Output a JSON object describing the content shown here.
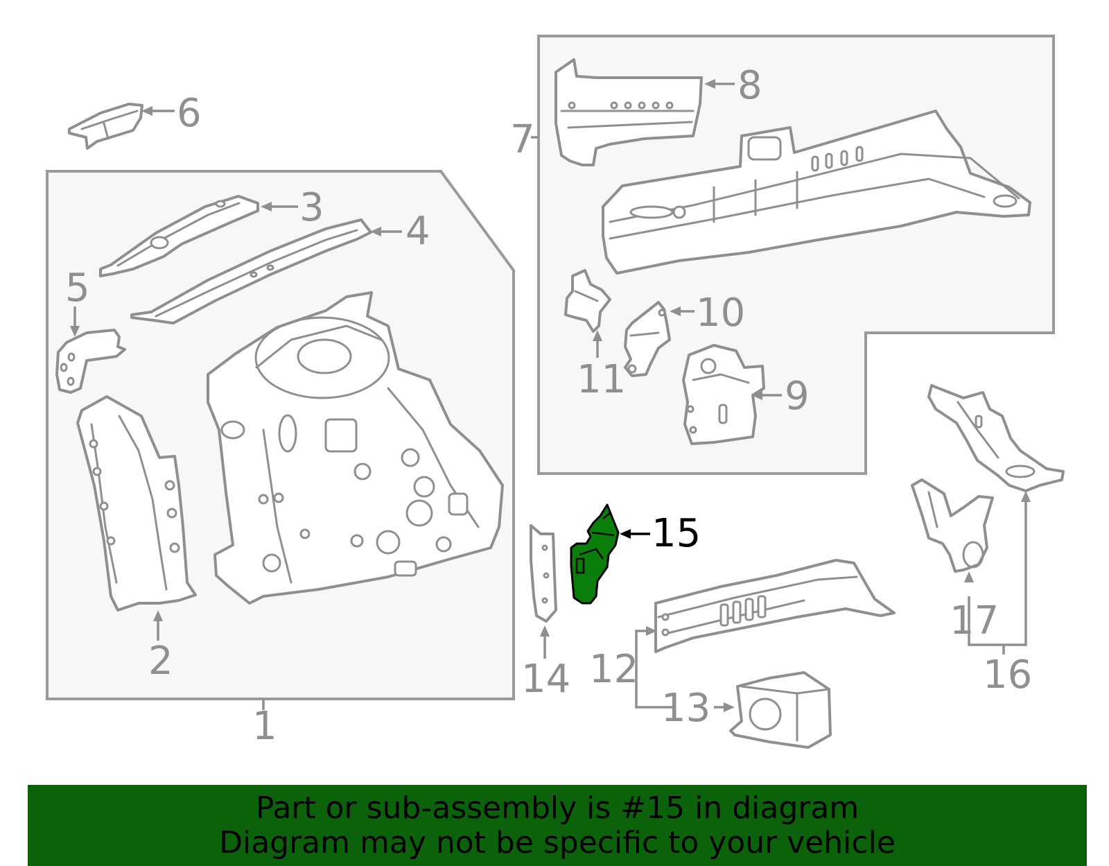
{
  "callouts": {
    "c1": "1",
    "c2": "2",
    "c3": "3",
    "c4": "4",
    "c5": "5",
    "c6": "6",
    "c7": "7",
    "c8": "8",
    "c9": "9",
    "c10": "10",
    "c11": "11",
    "c12": "12",
    "c13": "13",
    "c14": "14",
    "c15": "15",
    "c16": "16",
    "c17": "17"
  },
  "highlighted_part": "15",
  "colors": {
    "highlight_fill": "#0b7d0b",
    "banner_background": "#0b620b",
    "line_art": "#8f8f8f",
    "group_box_fill": "#f7f7f7"
  },
  "banner": {
    "line1": "Part or sub-assembly is #15 in diagram",
    "line2": "Diagram may not be specific to your vehicle"
  }
}
